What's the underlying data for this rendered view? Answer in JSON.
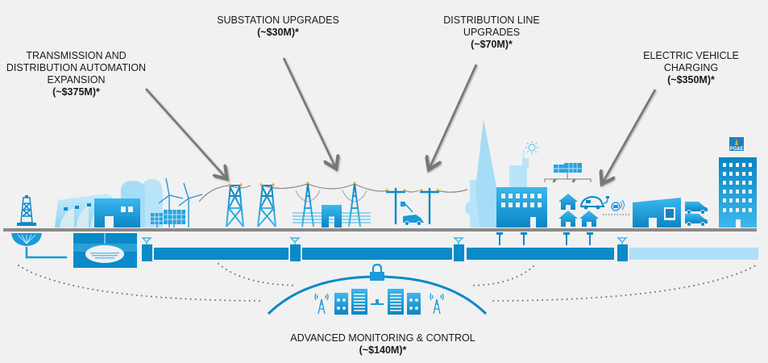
{
  "diagram": {
    "callouts": [
      {
        "id": "td-automation",
        "lines": [
          "TRANSMISSION AND",
          "DISTRIBUTION AUTOMATION",
          "EXPANSION"
        ],
        "amount": "(~$375M)*"
      },
      {
        "id": "substation",
        "lines": [
          "SUBSTATION UPGRADES"
        ],
        "amount": "(~$30M)*"
      },
      {
        "id": "distribution-line",
        "lines": [
          "DISTRIBUTION LINE",
          "UPGRADES"
        ],
        "amount": "(~$70M)*"
      },
      {
        "id": "ev-charging",
        "lines": [
          "ELECTRIC VEHICLE",
          "CHARGING"
        ],
        "amount": "(~$350M)*"
      },
      {
        "id": "monitoring",
        "lines": [
          "ADVANCED MONITORING & CONTROL"
        ],
        "amount": "(~$140M)*"
      }
    ],
    "logo_text": "PG&E",
    "colors": {
      "background": "#f1f1f1",
      "primary_blue": "#0a8ac9",
      "light_blue": "#aee0f7",
      "mid_blue": "#3bb0e6",
      "arrow_gray": "#777777",
      "ground_gray": "#8a8a8a",
      "accent_orange": "#f5a623",
      "text": "#1a1a1a"
    },
    "icons": [
      "oil-derrick-icon",
      "hydro-dam-icon",
      "power-plant-icon",
      "nuclear-dome-icon",
      "wind-turbine-icon",
      "solar-panel-icon",
      "transmission-tower-icon",
      "substation-icon",
      "utility-pole-icon",
      "bucket-truck-icon",
      "tree-icon",
      "skyscraper-icon",
      "sun-icon",
      "office-building-icon",
      "house-icon",
      "electric-car-icon",
      "ev-charger-icon",
      "service-center-icon",
      "service-van-icon",
      "headquarters-icon",
      "gas-storage-icon",
      "lock-icon",
      "cell-tower-icon",
      "server-rack-icon"
    ]
  }
}
